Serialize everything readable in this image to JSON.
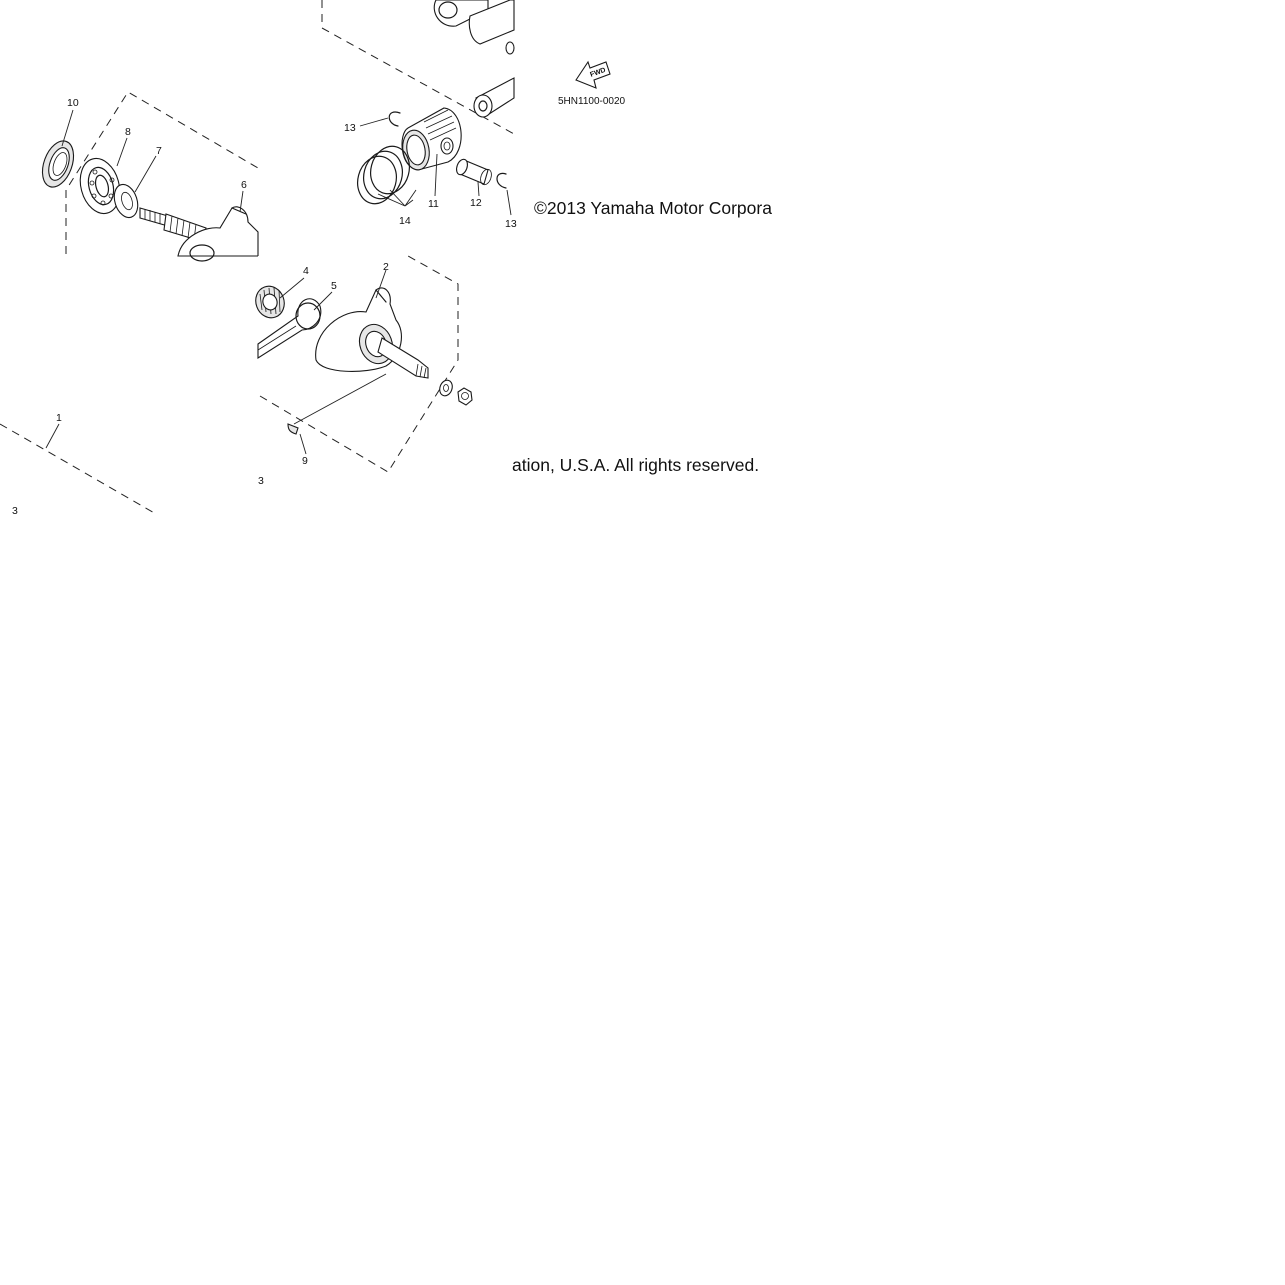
{
  "diagram": {
    "part_code": "5HN1100-0020",
    "fwd_label": "FWD",
    "copyright_part_1": "©2013 Yamaha Motor Corpora",
    "copyright_part_2": "ation, U.S.A. All rights reserved.",
    "callouts": {
      "c1": "1",
      "c2": "2",
      "c3a": "3",
      "c3b": "3",
      "c4": "4",
      "c5": "5",
      "c6": "6",
      "c7": "7",
      "c8": "8",
      "c9": "9",
      "c10": "10",
      "c11": "11",
      "c12": "12",
      "c13a": "13",
      "c13b": "13",
      "c14": "14"
    }
  }
}
